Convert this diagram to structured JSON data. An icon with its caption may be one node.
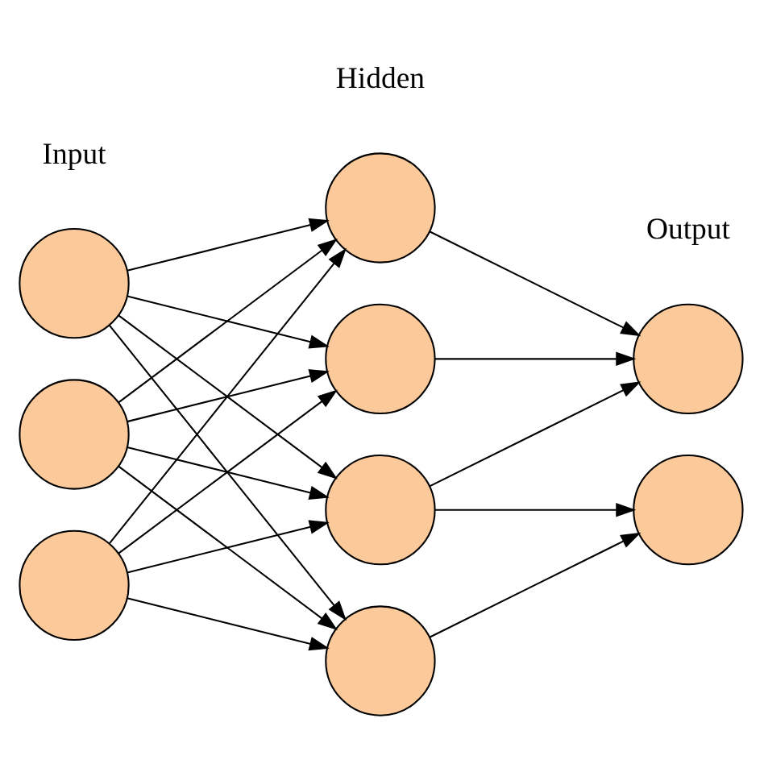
{
  "diagram": {
    "nodes": [
      {
        "text": [],
        "shape": "circle"
      },
      {
        "text": [],
        "shape": "circle"
      },
      {
        "text": [],
        "shape": "circle"
      },
      {
        "text": [],
        "shape": "circle"
      },
      {
        "text": [],
        "shape": "circle"
      },
      {
        "text": [],
        "shape": "circle"
      },
      {
        "text": [],
        "shape": "circle"
      },
      {
        "text": [],
        "shape": "circle"
      },
      {
        "text": [],
        "shape": "circle"
      }
    ],
    "edges": [
      {
        "from": 0,
        "to": 3,
        "arrow": "to"
      },
      {
        "from": 0,
        "to": 4,
        "arrow": "to"
      },
      {
        "from": 0,
        "to": 5,
        "arrow": "to"
      },
      {
        "from": 0,
        "to": 6,
        "arrow": "to"
      },
      {
        "from": 1,
        "to": 3,
        "arrow": "to"
      },
      {
        "from": 1,
        "to": 4,
        "arrow": "to"
      },
      {
        "from": 1,
        "to": 5,
        "arrow": "to"
      },
      {
        "from": 1,
        "to": 6,
        "arrow": "to"
      },
      {
        "from": 2,
        "to": 3,
        "arrow": "to"
      },
      {
        "from": 2,
        "to": 4,
        "arrow": "to"
      },
      {
        "from": 2,
        "to": 5,
        "arrow": "to"
      },
      {
        "from": 2,
        "to": 6,
        "arrow": "to"
      },
      {
        "from": 3,
        "to": 7,
        "arrow": "to"
      },
      {
        "from": 4,
        "to": 7,
        "arrow": "to"
      },
      {
        "from": 5,
        "to": 7,
        "arrow": "to"
      },
      {
        "from": 5,
        "to": 8,
        "arrow": "to"
      },
      {
        "from": 6,
        "to": 8,
        "arrow": "to"
      }
    ],
    "labels": [
      "Input",
      "Hidden",
      "Output"
    ]
  }
}
